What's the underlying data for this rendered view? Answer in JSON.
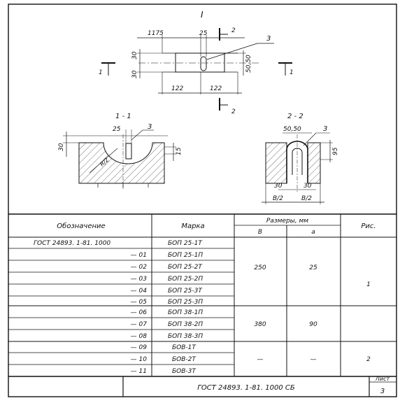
{
  "drawing": {
    "view_title": "I",
    "section_1_title": "1 - 1",
    "section_2_title": "2 - 2",
    "callout": "3",
    "cut_1": "1",
    "cut_2": "2",
    "dims": {
      "d1175": "1175",
      "d25": "25",
      "d30a": "30",
      "d30b": "30",
      "d50_50_v": "50,50",
      "d122a": "122",
      "d122b": "122",
      "s1_25": "25",
      "s1_30": "30",
      "s1_15": "15",
      "s1_r": "R/2",
      "s2_50_50": "50,50",
      "s2_95": "95",
      "s2_30a": "30",
      "s2_30b": "30",
      "s2_b2a": "B/2",
      "s2_b2b": "B/2"
    }
  },
  "table": {
    "headers": {
      "designation": "Обозначение",
      "mark": "Марка",
      "sizes": "Размеры, мм",
      "b": "B",
      "a": "a",
      "fig": "Рис."
    },
    "rows": [
      {
        "designation": "ГОСТ 24893. 1-81. 1000",
        "mark": "БОП 25-1Т"
      },
      {
        "designation": "— 01",
        "mark": "БОП 25-1П"
      },
      {
        "designation": "— 02",
        "mark": "БОП 25-2Т"
      },
      {
        "designation": "— 03",
        "mark": "БОП 25-2П"
      },
      {
        "designation": "— 04",
        "mark": "БОП 25-3Т"
      },
      {
        "designation": "— 05",
        "mark": "БОП 25-3П"
      },
      {
        "designation": "— 06",
        "mark": "БОП 38-1П"
      },
      {
        "designation": "— 07",
        "mark": "БОП 38-2П"
      },
      {
        "designation": "— 08",
        "mark": "БОП 38-3П"
      },
      {
        "designation": "— 09",
        "mark": "БОВ-1Т"
      },
      {
        "designation": "— 10",
        "mark": "БОВ-2Т"
      },
      {
        "designation": "— 11",
        "mark": "БОВ-3Т"
      }
    ],
    "groups": [
      {
        "b": "250",
        "a": "25"
      },
      {
        "b": "380",
        "a": "90"
      },
      {
        "b": "—",
        "a": "—"
      }
    ],
    "figs": [
      "1",
      "2"
    ]
  },
  "title_block": {
    "doc": "ГОСТ 24893. 1-81. 1000 СБ",
    "sheet_label": "Лист",
    "sheet_num": "3"
  }
}
